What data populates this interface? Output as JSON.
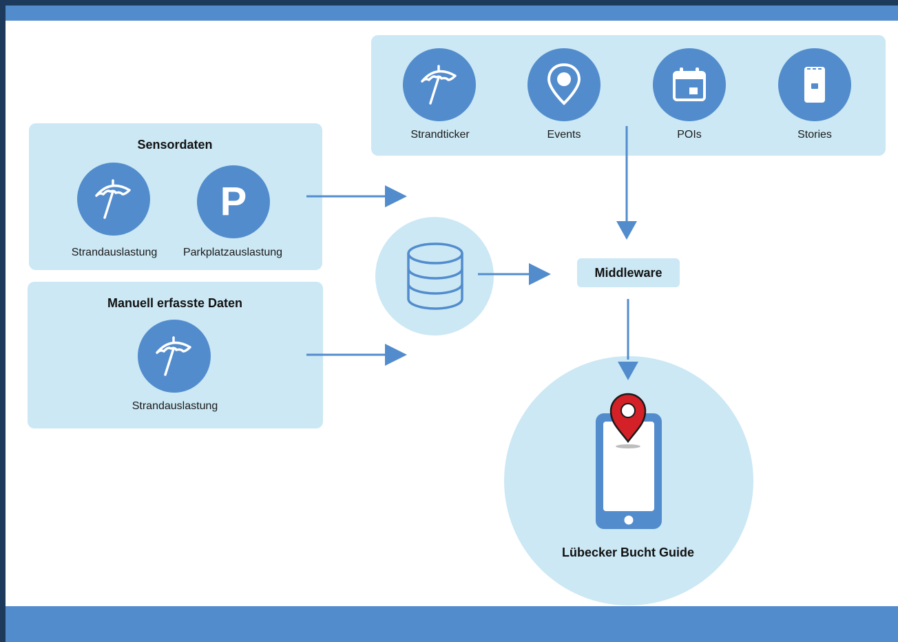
{
  "colors": {
    "accent": "#528ccd",
    "panel": "#cbe8f4",
    "frame": "#1d3a5c",
    "pin": "#d42027"
  },
  "content_sources": {
    "items": [
      {
        "label": "Strandticker",
        "icon": "umbrella-icon"
      },
      {
        "label": "Events",
        "icon": "map-pin-icon"
      },
      {
        "label": "POIs",
        "icon": "calendar-icon"
      },
      {
        "label": "Stories",
        "icon": "phone-story-icon"
      }
    ]
  },
  "sensor_panel": {
    "title": "Sensordaten",
    "items": [
      {
        "label": "Strandauslastung",
        "icon": "umbrella-icon"
      },
      {
        "label": "Parkplatzauslastung",
        "icon": "parking-icon",
        "glyph": "P"
      }
    ]
  },
  "manual_panel": {
    "title": "Manuell erfasste Daten",
    "items": [
      {
        "label": "Strandauslastung",
        "icon": "umbrella-icon"
      }
    ]
  },
  "database": {
    "icon": "database-icon"
  },
  "middleware": {
    "label": "Middleware"
  },
  "app": {
    "label": "Lübecker Bucht Guide",
    "icon": "smartphone-location-icon"
  }
}
